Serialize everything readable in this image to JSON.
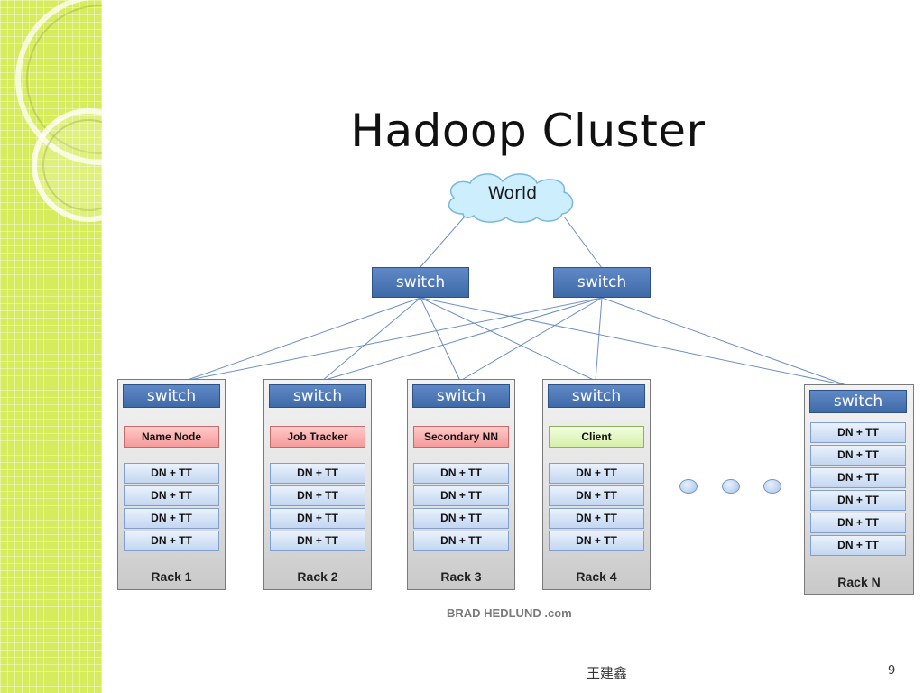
{
  "slide": {
    "title": "Hadoop Cluster",
    "world": "World",
    "core_switches": [
      "switch",
      "switch"
    ],
    "racks": [
      {
        "switch": "switch",
        "role": "Name Node",
        "role_color": "#f7a8a8",
        "nodes": [
          "DN + TT",
          "DN + TT",
          "DN + TT",
          "DN + TT"
        ],
        "label": "Rack 1"
      },
      {
        "switch": "switch",
        "role": "Job Tracker",
        "role_color": "#f7a8a8",
        "nodes": [
          "DN + TT",
          "DN + TT",
          "DN + TT",
          "DN + TT"
        ],
        "label": "Rack 2"
      },
      {
        "switch": "switch",
        "role": "Secondary NN",
        "role_color": "#f7a8a8",
        "nodes": [
          "DN + TT",
          "DN + TT",
          "DN + TT",
          "DN + TT"
        ],
        "label": "Rack 3"
      },
      {
        "switch": "switch",
        "role": "Client",
        "role_color": "#dff5b8",
        "nodes": [
          "DN + TT",
          "DN + TT",
          "DN + TT",
          "DN + TT"
        ],
        "label": "Rack 4"
      },
      {
        "switch": "switch",
        "nodes": [
          "DN + TT",
          "DN + TT",
          "DN + TT",
          "DN + TT",
          "DN + TT",
          "DN + TT"
        ],
        "label": "Rack N"
      }
    ],
    "credit": "BRAD HEDLUND .com",
    "author": "王建鑫",
    "page_number": "9"
  },
  "colors": {
    "sidebar": "#d7ec5c",
    "switch": "#4a74b3",
    "cloud": "#cfeefb",
    "link": "#5d83b8",
    "node": "#c9dbf3"
  }
}
